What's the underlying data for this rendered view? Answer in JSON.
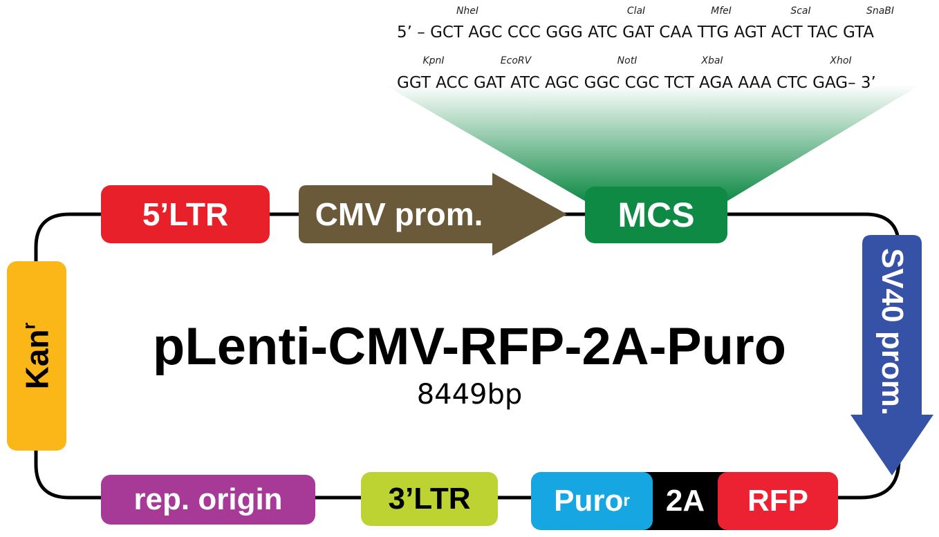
{
  "title": "pLenti-CMV-RFP-2A-Puro",
  "size": "8449bp",
  "sequence": {
    "line1": "5’ – GCT AGC CCC GGG ATC GAT CAA TTG AGT ACT TAC GTA",
    "line2": "GGT ACC GAT ATC AGC GGC CGC TCT AGA AAA CTC GAG– 3’",
    "sites_line1": [
      "NheI",
      "ClaI",
      "MfeI",
      "ScaI",
      "SnaBI"
    ],
    "sites_line2": [
      "KpnI",
      "EcoRV",
      "NotI",
      "XbaI",
      "XhoI"
    ]
  },
  "features": {
    "ltr5": "5’LTR",
    "cmv": "CMV prom.",
    "mcs": "MCS",
    "sv40": "SV40 prom.",
    "kan": "Kan",
    "kan_sup": "r",
    "rep_origin": "rep. origin",
    "ltr3": "3’LTR",
    "puro": "Puro",
    "puro_sup": "r",
    "t2a": "2A",
    "rfp": "RFP"
  },
  "colors": {
    "ltr5": "#e8202a",
    "cmv": "#6b5a3a",
    "mcs": "#0f8a45",
    "sv40": "#3552a6",
    "kan": "#fbb617",
    "rep_origin": "#a63a96",
    "ltr3": "#bcd332",
    "puro": "#16a6e2",
    "t2a": "#000000",
    "rfp": "#ec2232"
  }
}
